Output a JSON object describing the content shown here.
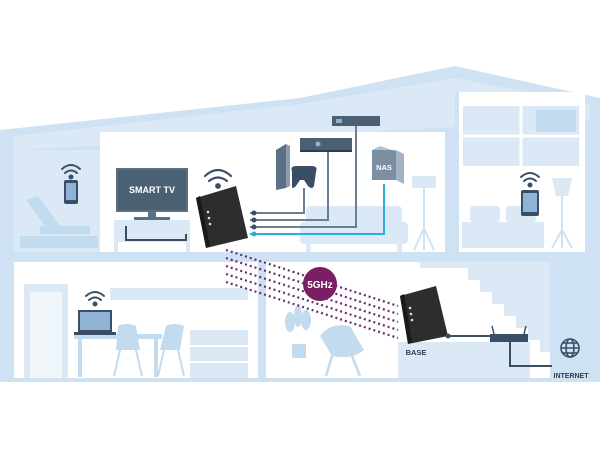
{
  "labels": {
    "smart_tv": "SMART TV",
    "nas": "NAS",
    "band": "5GHz",
    "base": "BASE",
    "internet": "INTERNET"
  },
  "colors": {
    "house_fill": "#cfe2f3",
    "house_dark": "#a9c9e6",
    "wall_white": "#ffffff",
    "device_dark": "#2d2d2d",
    "link_purple": "#6a2a72",
    "badge_purple": "#7a1f63",
    "cable_gray": "#6c7f92",
    "cable_teal": "#2eaed6",
    "cable_dark": "#3a4f66"
  },
  "icons": [
    "wifi-icon",
    "smartphone-icon",
    "tablet-icon",
    "laptop-icon",
    "globe-icon",
    "game-console-icon",
    "gamepad-icon",
    "bluray-player-icon",
    "receiver-icon",
    "nas-icon",
    "router-icon"
  ]
}
